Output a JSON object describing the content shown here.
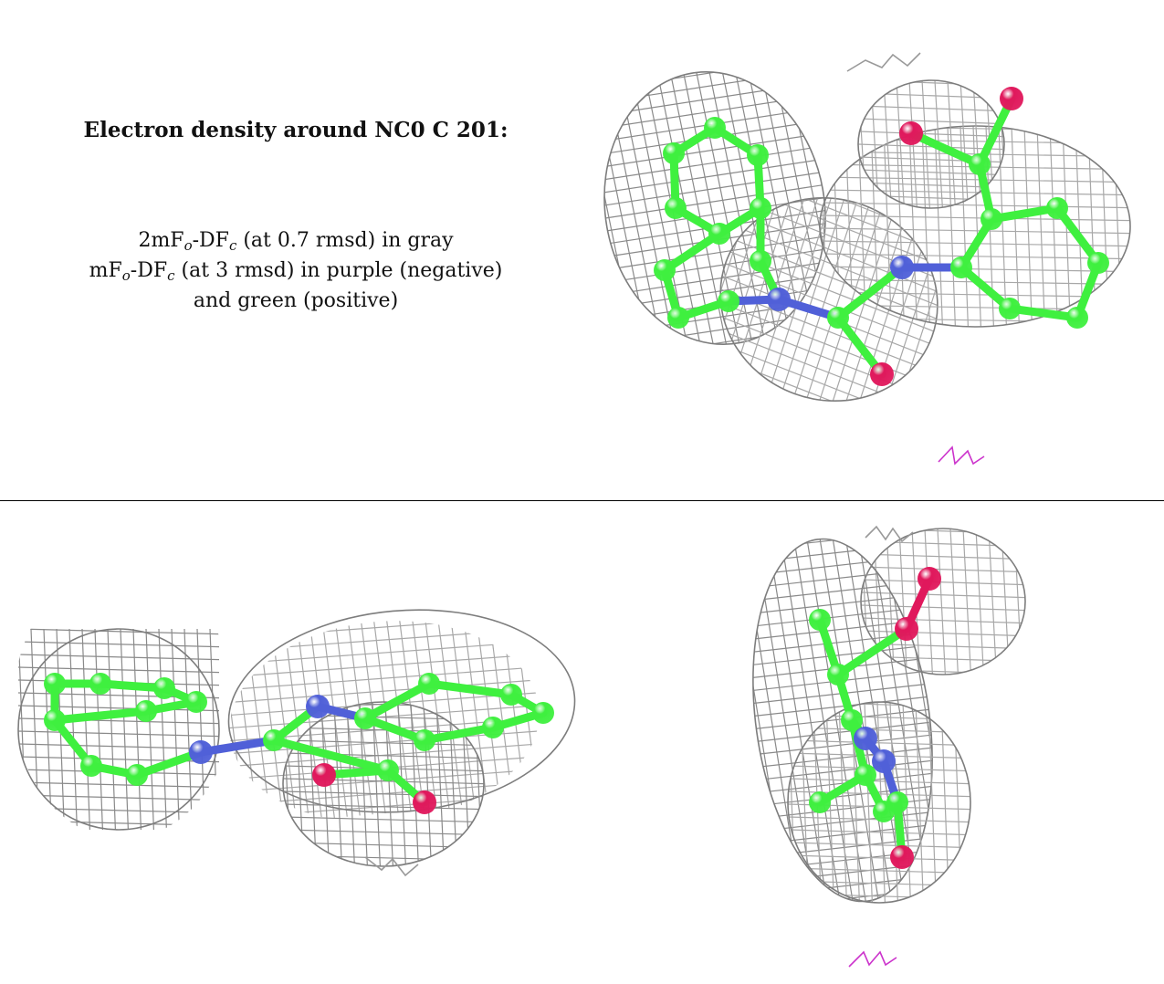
{
  "title": "Electron density around NC0 C 201:",
  "legend": {
    "line1": {
      "prefix": "2mF",
      "sub_o": "o",
      "mid": "-DF",
      "sub_c": "c",
      "suffix": " (at 0.7 rmsd) in gray"
    },
    "line2": {
      "prefix": "mF",
      "sub_o": "o",
      "mid": "-DF",
      "sub_c": "c",
      "suffix": " (at 3 rmsd) in purple (negative)"
    },
    "line3": "and green (positive)"
  },
  "colors": {
    "mesh_2fofc": "#a8a8a8",
    "mesh_fofc_negative": "#cc33cc",
    "mesh_fofc_positive": "#33cc33",
    "carbon": "#3ff03f",
    "nitrogen": "#5060d8",
    "oxygen": "#e0185c"
  },
  "views": [
    "view-1",
    "view-2",
    "view-3"
  ]
}
